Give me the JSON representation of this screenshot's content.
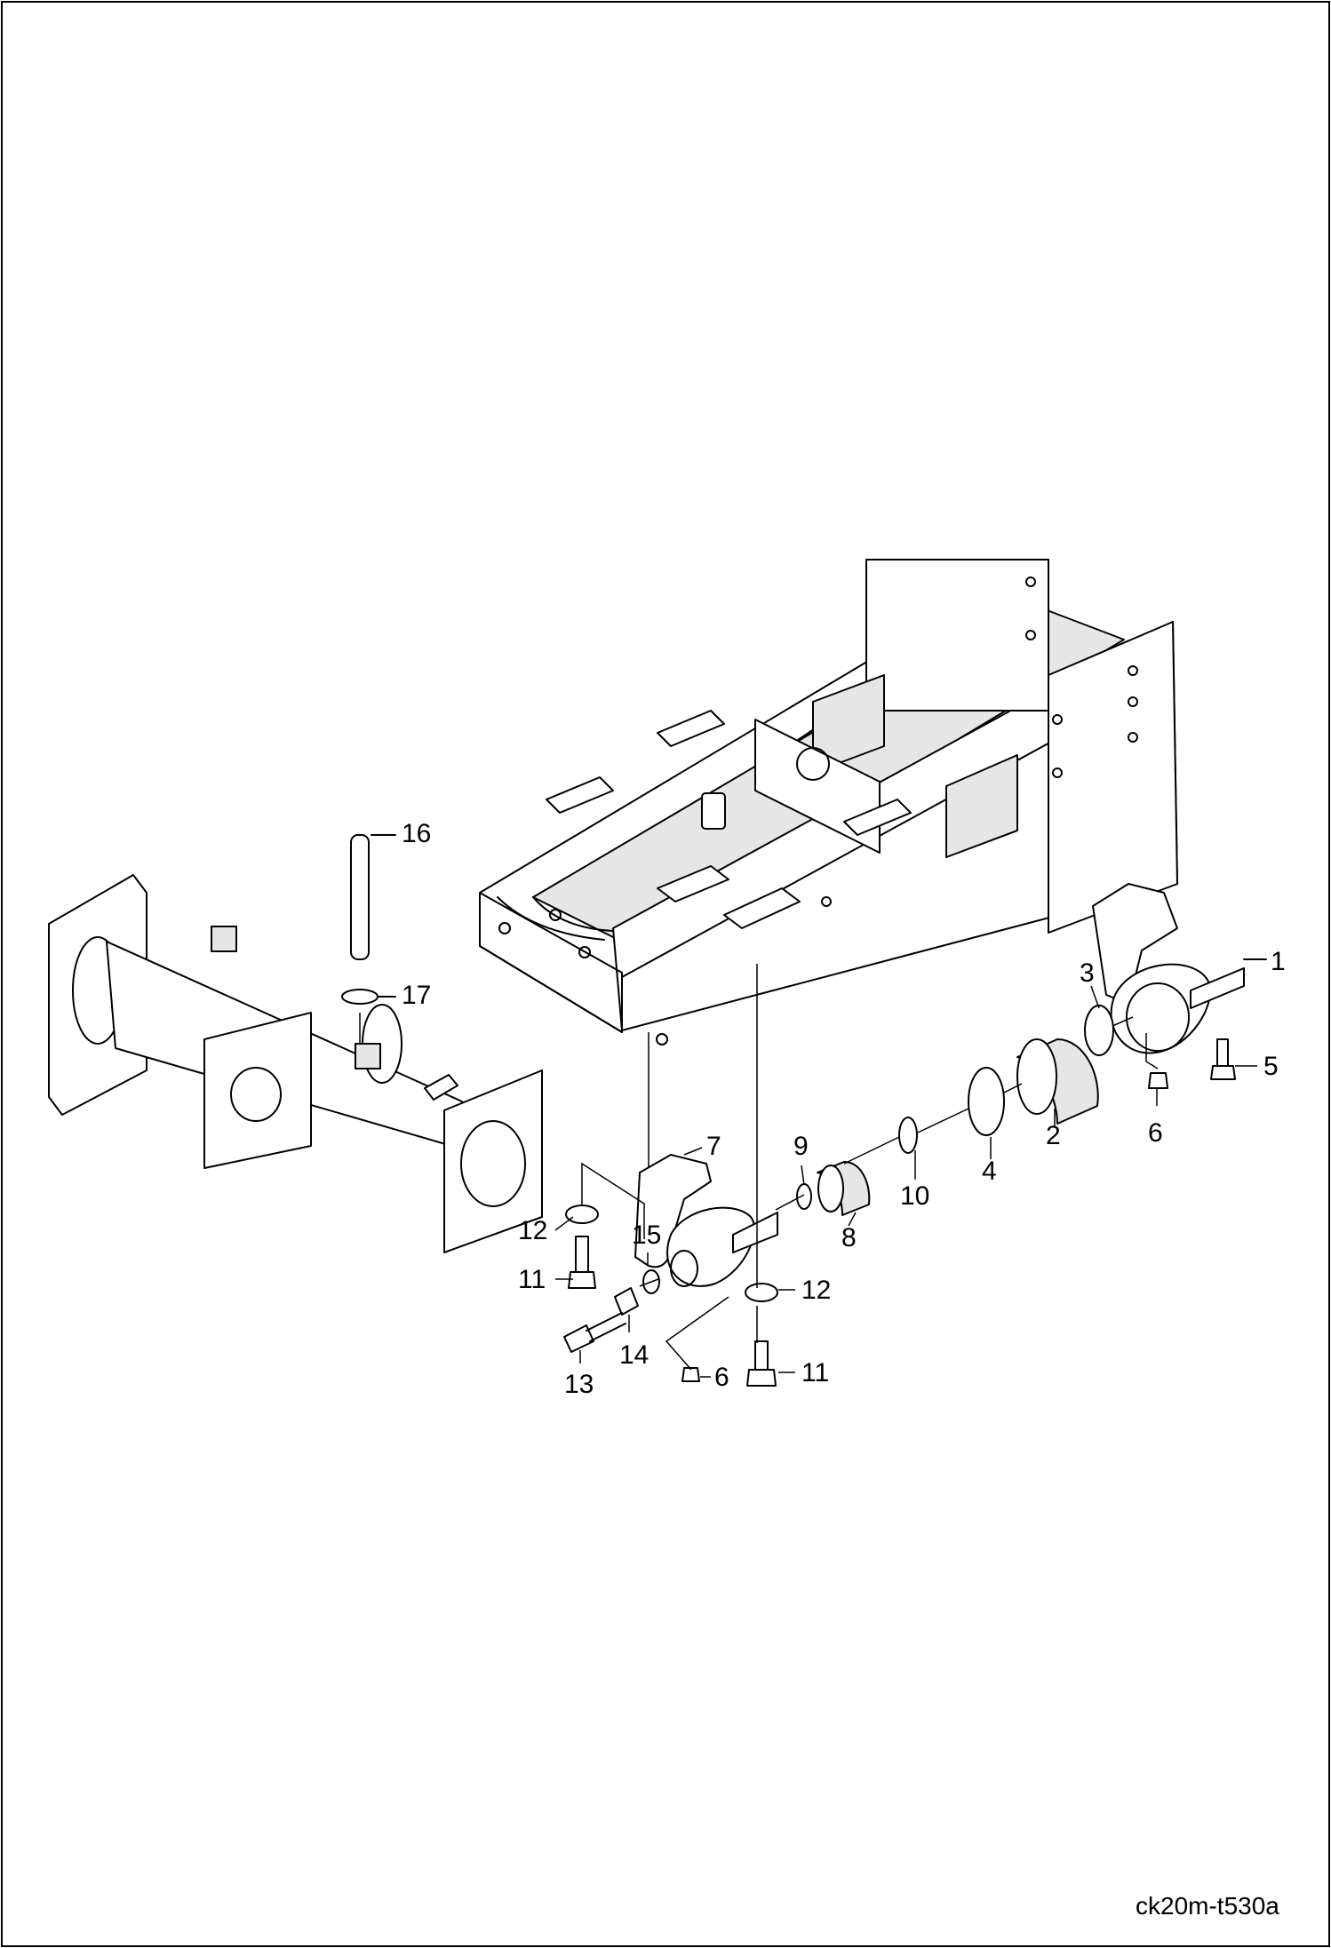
{
  "callouts": {
    "c1": "1",
    "c2": "2",
    "c3": "3",
    "c4": "4",
    "c5": "5",
    "c6a": "6",
    "c6b": "6",
    "c7": "7",
    "c8": "8",
    "c9": "9",
    "c10": "10",
    "c11a": "11",
    "c11b": "11",
    "c12a": "12",
    "c12b": "12",
    "c13": "13",
    "c14": "14",
    "c15": "15",
    "c16": "16",
    "c17": "17"
  },
  "drawing_code": "ck20m-t530a"
}
